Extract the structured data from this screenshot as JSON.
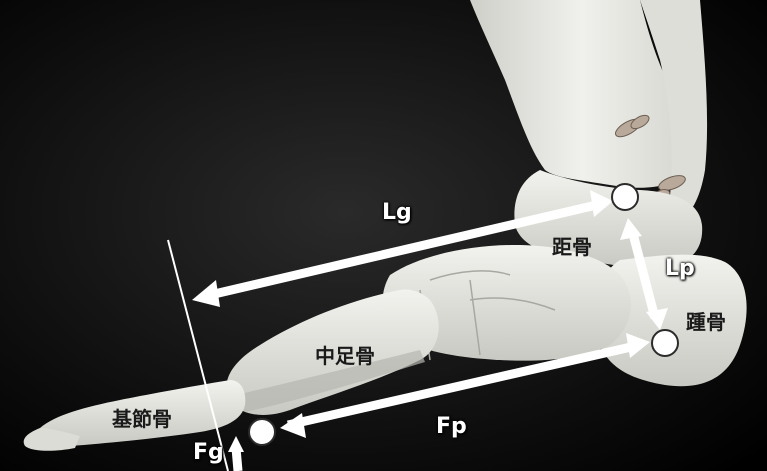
{
  "labels": {
    "lg": "Lg",
    "lp": "Lp",
    "fp": "Fp",
    "fg": "Fg",
    "talus": "距骨",
    "calcaneus": "踵骨",
    "metatarsal": "中足骨",
    "proximal_phalanx": "基節骨"
  },
  "colors": {
    "background": "#050505",
    "bone": "#e7e7e2",
    "bone_shadow": "#bdbdb6",
    "arrow": "#ffffff",
    "marker": "#ffffff",
    "marker_outline": "#333333"
  }
}
